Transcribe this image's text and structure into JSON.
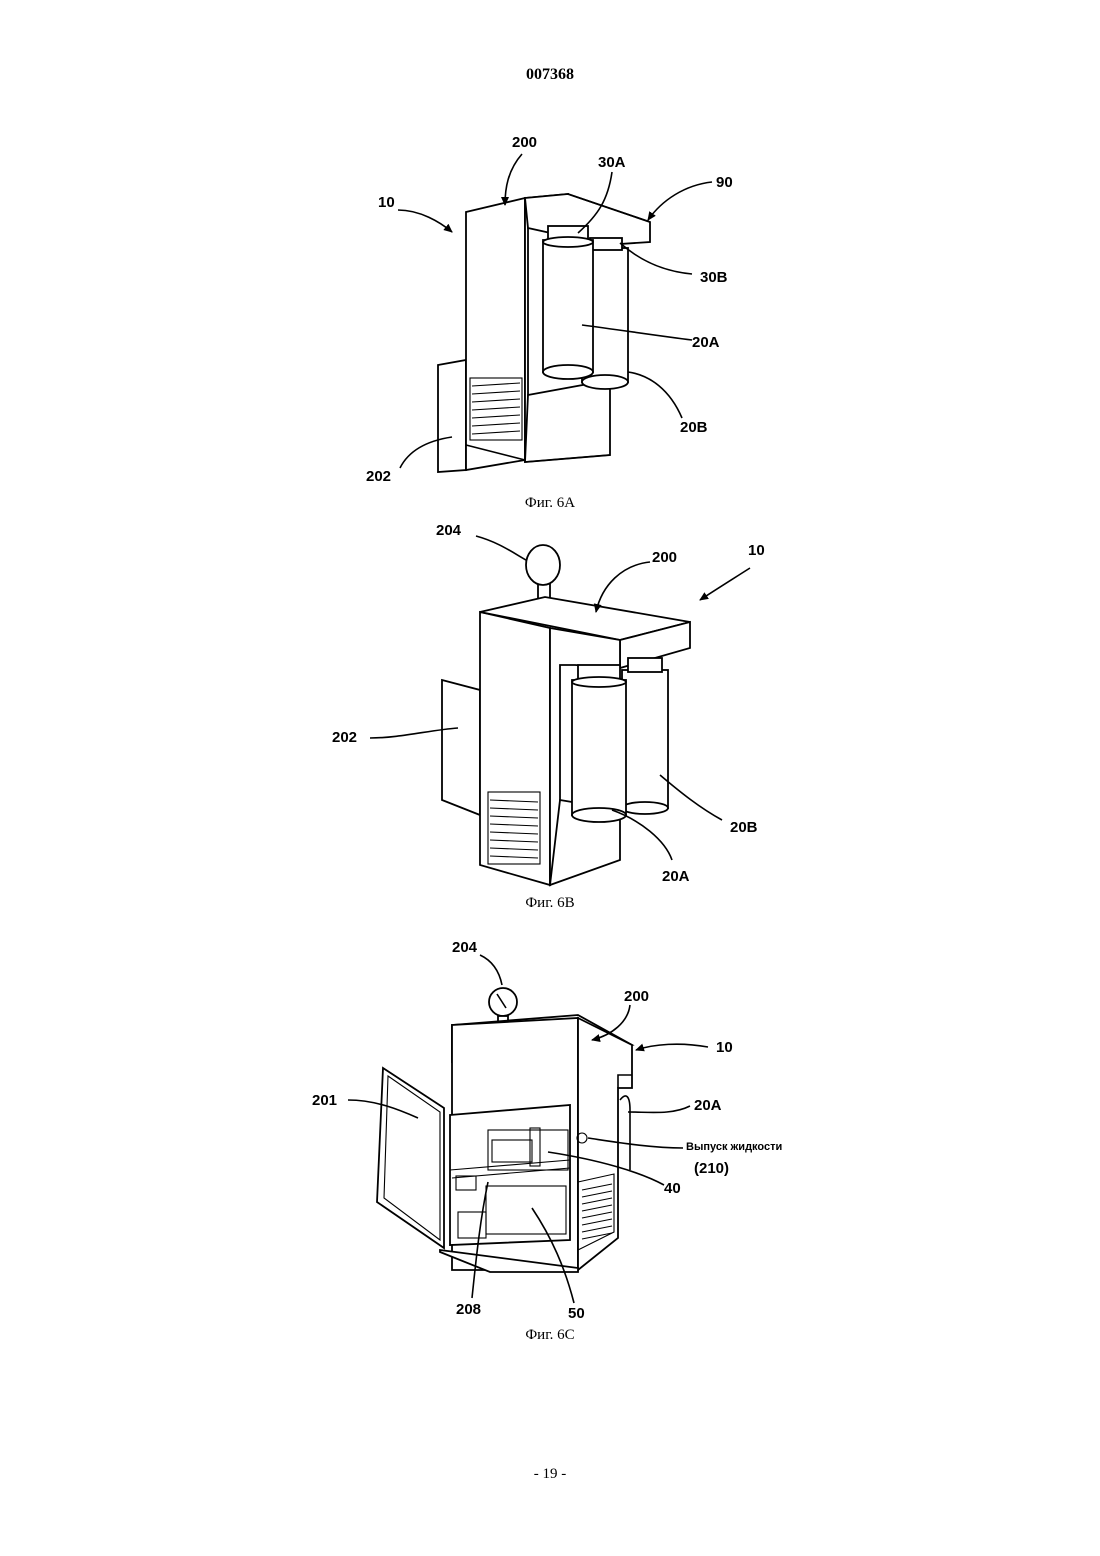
{
  "header": {
    "document_number": "007368"
  },
  "figures": [
    {
      "caption": "Фиг. 6A",
      "labels": {
        "l200": "200",
        "l30a": "30A",
        "l90": "90",
        "l10": "10",
        "l30b": "30B",
        "l20a": "20A",
        "l20b": "20B",
        "l202": "202"
      }
    },
    {
      "caption": "Фиг. 6B",
      "labels": {
        "l204": "204",
        "l200": "200",
        "l10": "10",
        "l202": "202",
        "l20b": "20B",
        "l20a": "20A"
      }
    },
    {
      "caption": "Фиг. 6C",
      "labels": {
        "l204": "204",
        "l200": "200",
        "l10": "10",
        "l201": "201",
        "l20a": "20A",
        "outlet": "Выпуск жидкости",
        "l210": "(210)",
        "l40": "40",
        "l208": "208",
        "l50": "50"
      }
    }
  ],
  "footer": {
    "page_number": "- 19 -"
  }
}
